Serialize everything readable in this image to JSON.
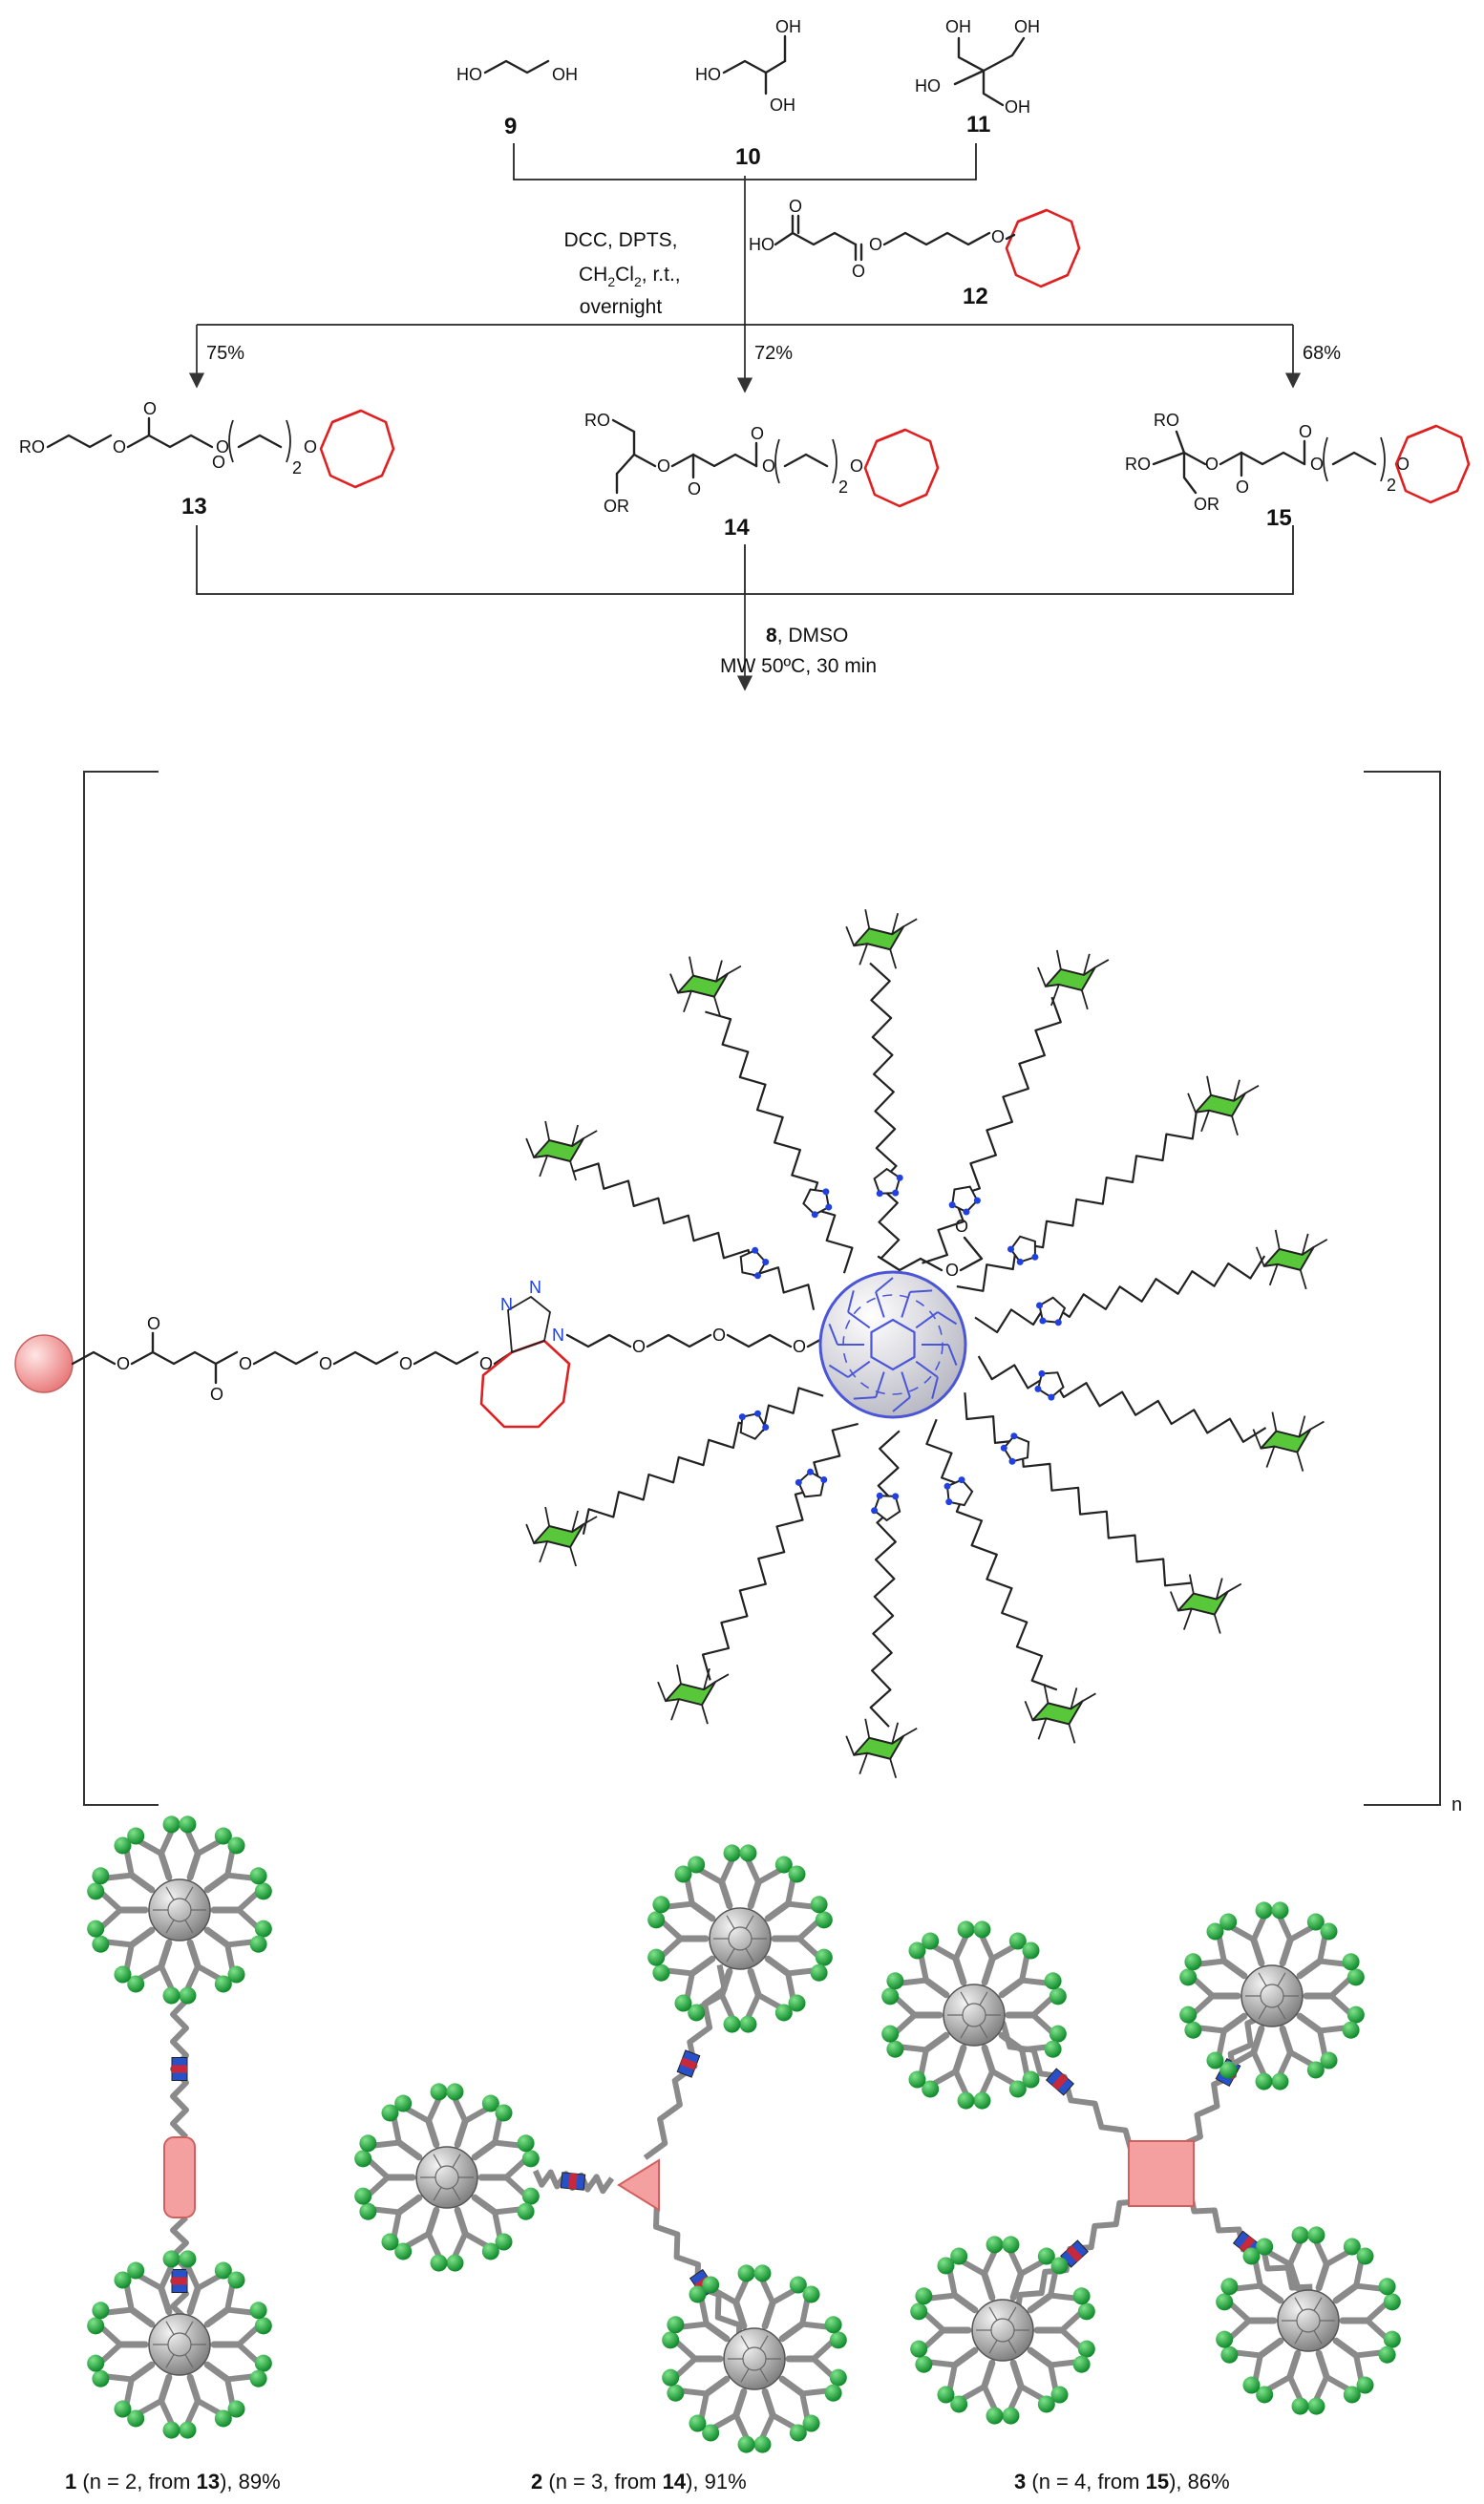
{
  "scheme": {
    "starting_materials": [
      {
        "id": "9",
        "label": "9"
      },
      {
        "id": "10",
        "label": "10"
      },
      {
        "id": "11",
        "label": "11"
      }
    ],
    "reagent_12": {
      "label": "12"
    },
    "conditions_step1": {
      "line1": "DCC, DPTS,",
      "line2": "CH",
      "line2_sub": "2",
      "line2_b": "Cl",
      "line2_sub2": "2",
      "line2_c": ", r.t.,",
      "line3": "overnight"
    },
    "yields_step1": [
      "75%",
      "72%",
      "68%"
    ],
    "intermediates": [
      {
        "id": "13",
        "label": "13"
      },
      {
        "id": "14",
        "label": "14"
      },
      {
        "id": "15",
        "label": "15"
      }
    ],
    "conditions_step2": {
      "reagent": "8",
      "reagent_rest": ", DMSO",
      "line2": "MW 50ºC, 30 min"
    },
    "repeat_label": "n",
    "atom_labels": {
      "HO": "HO",
      "OH": "OH",
      "RO": "RO",
      "OR": "OR",
      "O": "O",
      "N": "N",
      "two": "2"
    },
    "products": [
      {
        "id": "1",
        "label": "1",
        "caption": " (n = 2, from ",
        "from": "13",
        "yield": "), 89%"
      },
      {
        "id": "2",
        "label": "2",
        "caption": " (n = 3, from ",
        "from": "14",
        "yield": "), 91%"
      },
      {
        "id": "3",
        "label": "3",
        "caption": " (n = 4, from ",
        "from": "15",
        "yield": "), 86%"
      }
    ]
  },
  "colors": {
    "cyclooctyne": "#e02020",
    "triazole_n": "#2040e0",
    "fullerene_stroke": "#4a55d8",
    "sugar_fill": "#58c83a",
    "core_pink": "#f4a0a0",
    "linker_gray": "#8a8a8a",
    "sphere_green": "#1aa33a"
  }
}
